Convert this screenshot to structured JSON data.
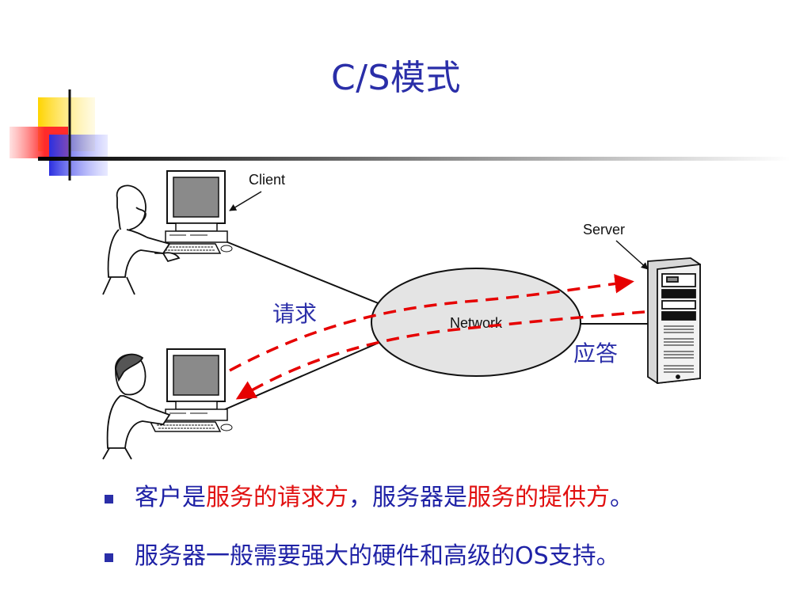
{
  "title": "C/S模式",
  "diagram": {
    "client_label": "Client",
    "server_label": "Server",
    "network_label": "Network",
    "request_label": "请求",
    "response_label": "应答",
    "arrow_color": "#e60000",
    "label_color": "#2a2ea8"
  },
  "bullets": [
    {
      "p1": "客户是",
      "p2": "服务的请求方",
      "p3": "，服务器是",
      "p4": "服务的提供方",
      "p5": "。"
    },
    {
      "text": "服务器一般需要强大的硬件和高级的OS支持。"
    }
  ],
  "colors": {
    "title": "#2a2ea8",
    "bullet_text": "#1f22a6",
    "highlight": "#e11111"
  }
}
